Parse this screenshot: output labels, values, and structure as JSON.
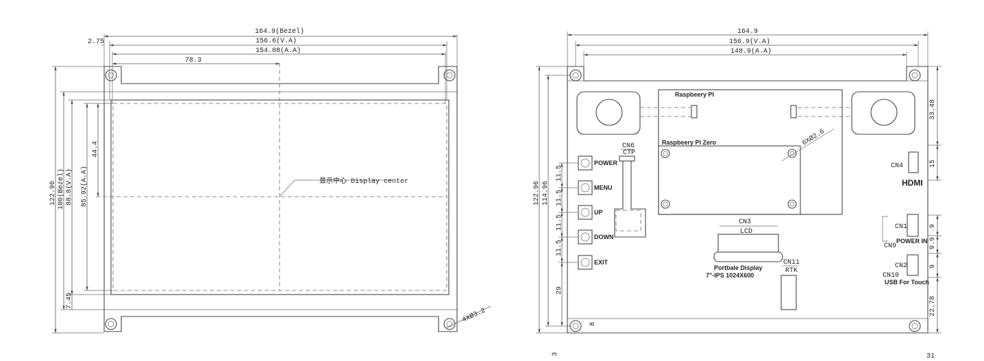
{
  "front": {
    "dim_bezel_width": "164.9(Bezel)",
    "dim_offset": "2.75",
    "dim_va_width": "156.6(V.A)",
    "dim_aa_width": "154.08(A.A)",
    "dim_center_x": "78.3",
    "dim_center_y": "44.4",
    "dim_total_height": "122.96",
    "dim_bezel_height": "100(Bezel)",
    "dim_va_height": "88.8(V.A)",
    "dim_aa_height": "85.92(A.A)",
    "dim_bottom_offset": "7.45",
    "center_label": "显示中心 Display center",
    "hole_label": "4XØ3.2"
  },
  "back": {
    "dim_width": "164.9",
    "dim_va_width": "156.9(V.A)",
    "dim_aa_width": "148.9(A.A)",
    "dim_total_height": "122.96",
    "dim_height_2": "114.96",
    "dim_button_pitch": [
      "11.5",
      "11.5",
      "11.5",
      "11.5"
    ],
    "dim_bottom": "29",
    "dim_8": "8",
    "dim_right_top": "33.48",
    "dim_right_15": "15",
    "dim_right_9a": "9",
    "dim_right_9_9": "9.9",
    "dim_right_9b": "9",
    "dim_right_bottom": "22.78",
    "rpi_label": "Raspbeery PI",
    "rpi_zero_label": "Raspbeery PI Zero",
    "hole_label": "6XØ2.6",
    "buttons": [
      "POWER",
      "MENU",
      "UP",
      "DOWN",
      "EXIT"
    ],
    "cn6_label": "CN6",
    "cn6_sub": "CTP",
    "cn3_label": "CN3",
    "cn3_sub": "LCD",
    "cn11_label": "CN11",
    "cn11_sub": "RTK",
    "product_line1": "Portbale Display",
    "product_line2": "7\"-IPS 1024X600",
    "cn4_label": "CN4",
    "hdmi_label": "HDMI",
    "cn1_label": "CN1",
    "power_in_label": "POWER IN",
    "cn9_label": "CN9",
    "cn2_label": "CN2",
    "cn10_label": "CN10",
    "usb_touch_label": "USB For Touch",
    "cut_mark_left": "3",
    "cut_mark_right": "31"
  }
}
